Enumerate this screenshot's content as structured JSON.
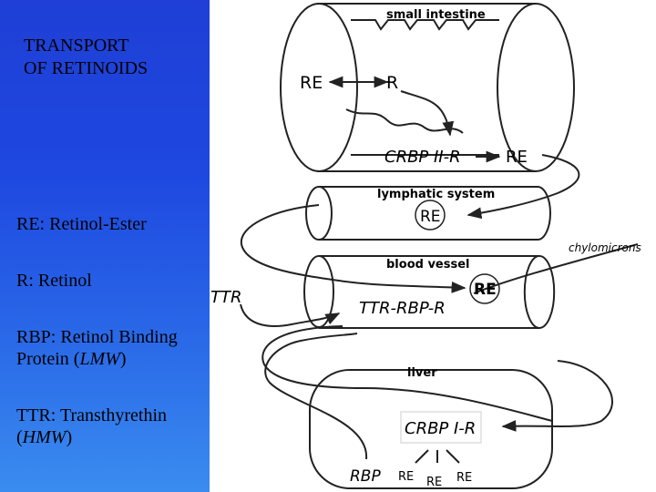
{
  "title_lines": [
    "TRANSPORT",
    "OF RETINOIDS"
  ],
  "legend": {
    "re": "RE: Retinol-Ester",
    "r": "R: Retinol",
    "rbp_line1": "RBP: Retinol Binding",
    "rbp_line2_prefix": "Protein (",
    "rbp_line2_em": "LMW",
    "rbp_line2_suffix": ")",
    "ttr_line1": "TTR: Transthyrethin",
    "ttr_line2_prefix": "(",
    "ttr_line2_em": "HMW",
    "ttr_line2_suffix": ")"
  },
  "diagram": {
    "small_intestine": "small intestine",
    "re_intestine": "RE",
    "r_intestine": "R",
    "crbp2_r": "CRBP II-R",
    "re_after_crbp2": "RE",
    "lymphatic_system": "lymphatic system",
    "re_lymph": "RE",
    "chylomicrons": "chylomicrons",
    "blood_vessel": "blood vessel",
    "ttr_outside": "TTR",
    "ttr_rbp_r": "TTR-RBP-R",
    "re_blood": "RE",
    "liver": "liver",
    "crbp1_r": "CRBP I-R",
    "rbp_liver": "RBP",
    "re_small_1": "RE",
    "re_small_2": "RE",
    "re_small_3": "RE"
  },
  "colors": {
    "panel_top": "#1f3fd6",
    "panel_bottom": "#3a8cf0",
    "diagram_stroke": "#222222"
  }
}
